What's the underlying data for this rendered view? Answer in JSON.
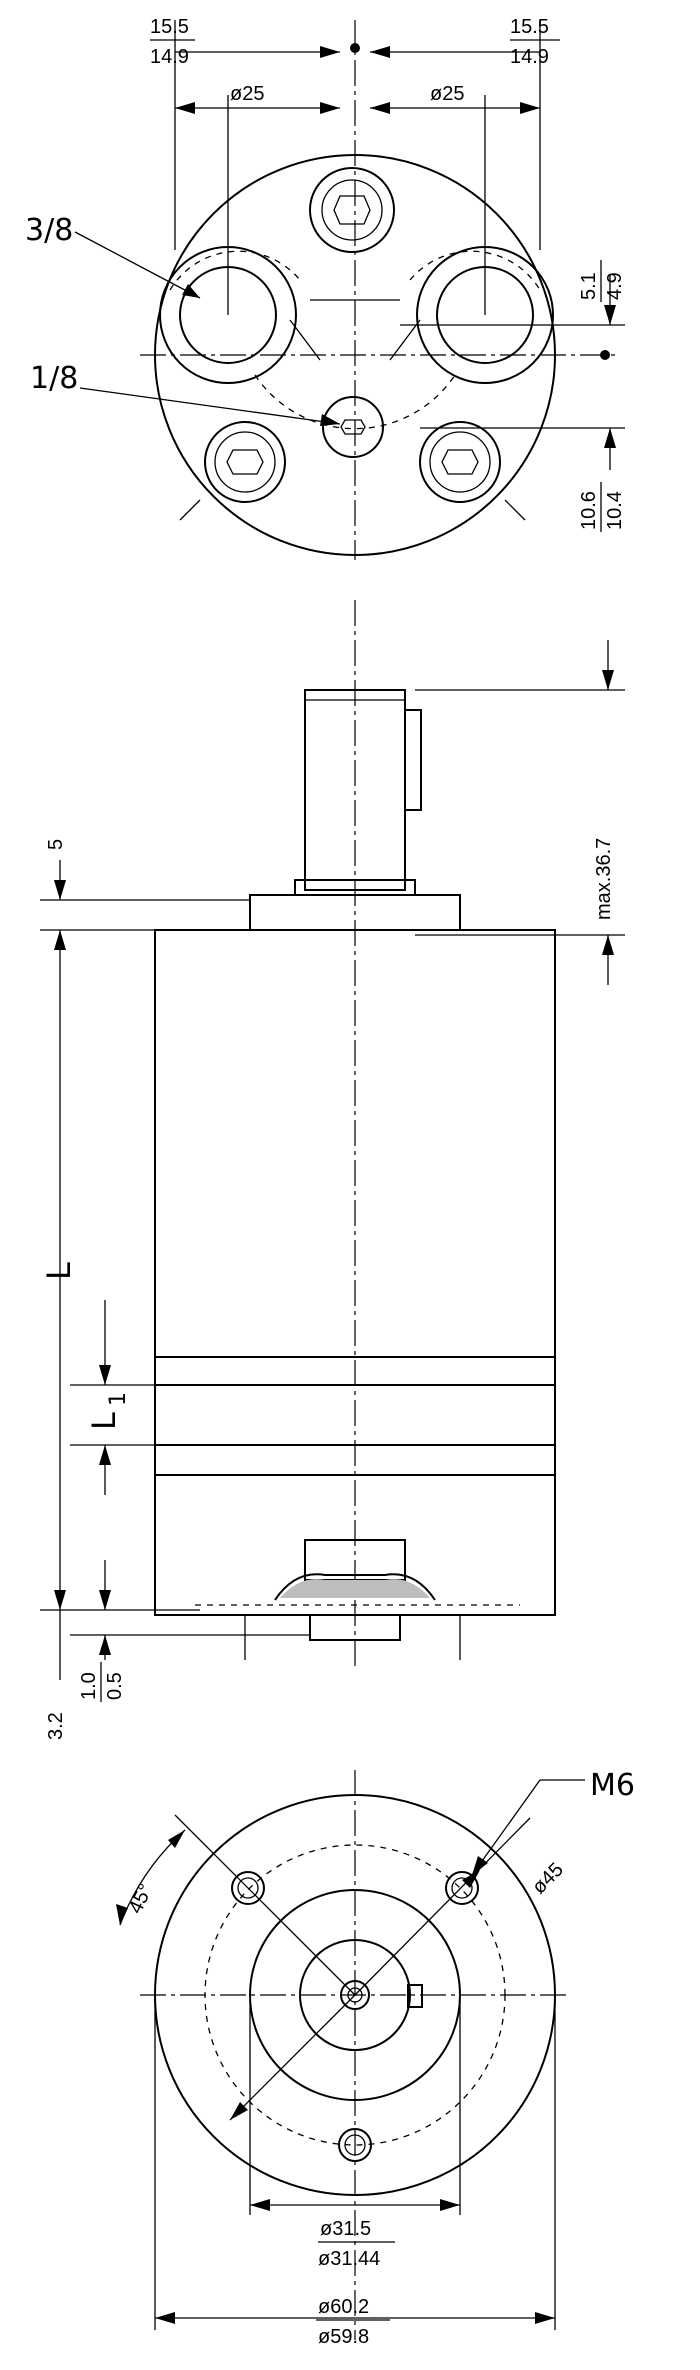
{
  "drawing": {
    "top_view": {
      "dim_left_upper": "15.5",
      "dim_left_lower": "14.9",
      "dim_right_upper": "15.5",
      "dim_right_lower": "14.9",
      "dia_left": "ø25",
      "dia_right": "ø25",
      "port_large": "3/8",
      "port_small": "1/8",
      "dim_side_upper": "5.1",
      "dim_side_lower": "4.9",
      "dim_side2_upper": "10.6",
      "dim_side2_lower": "10.4"
    },
    "side_view": {
      "dim_flange": "5",
      "dim_shaft": "max.36.7",
      "dim_length": "L",
      "dim_l1_main": "L",
      "dim_l1_sub": "1",
      "dim_bottom_a": "3.2",
      "dim_bottom_b_upper": "1.0",
      "dim_bottom_b_lower": "0.5"
    },
    "bottom_view": {
      "thread": "M6",
      "bolt_circle": "ø45",
      "angle": "45°",
      "pilot_upper": "ø31.5",
      "pilot_lower": "ø31.44",
      "outer_upper": "ø60.2",
      "outer_lower": "ø59.8"
    }
  }
}
